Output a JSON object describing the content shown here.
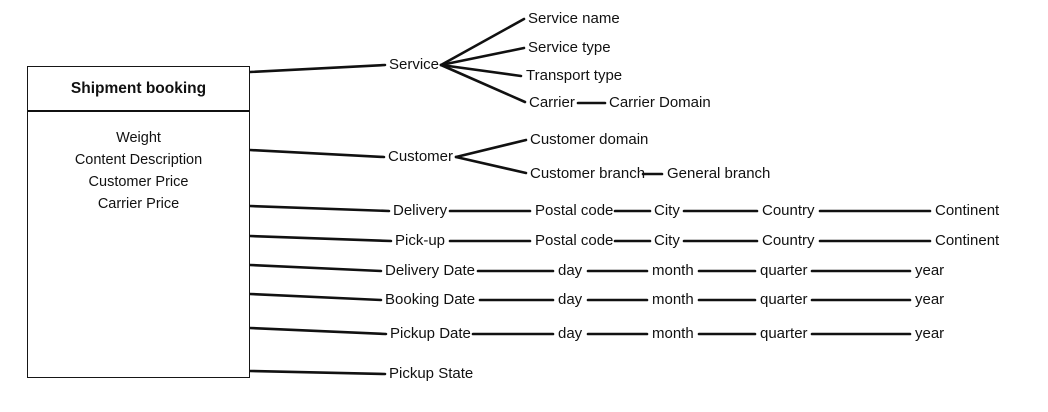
{
  "entity": {
    "title": "Shipment booking",
    "attributes": {
      "weight": "Weight",
      "content_description": "Content Description",
      "customer_price": "Customer Price",
      "carrier_price": "Carrier Price"
    }
  },
  "nodes": {
    "service": "Service",
    "service_name": "Service name",
    "service_type": "Service type",
    "transport_type": "Transport type",
    "carrier": "Carrier",
    "carrier_domain": "Carrier Domain",
    "customer": "Customer",
    "customer_domain": "Customer domain",
    "customer_branch": "Customer branch",
    "general_branch": "General branch",
    "delivery": "Delivery",
    "delivery_postal_code": "Postal code",
    "delivery_city": "City",
    "delivery_country": "Country",
    "delivery_continent": "Continent",
    "pickup": "Pick-up",
    "pickup_postal_code": "Postal code",
    "pickup_city": "City",
    "pickup_country": "Country",
    "pickup_continent": "Continent",
    "delivery_date": "Delivery Date",
    "delivery_date_day": "day",
    "delivery_date_month": "month",
    "delivery_date_quarter": "quarter",
    "delivery_date_year": "year",
    "booking_date": "Booking Date",
    "booking_date_day": "day",
    "booking_date_month": "month",
    "booking_date_quarter": "quarter",
    "booking_date_year": "year",
    "pickup_date": "Pickup Date",
    "pickup_date_day": "day",
    "pickup_date_month": "month",
    "pickup_date_quarter": "quarter",
    "pickup_date_year": "year",
    "pickup_state": "Pickup State"
  },
  "colors": {
    "line": "#111111",
    "text": "#111111",
    "background": "#ffffff"
  }
}
